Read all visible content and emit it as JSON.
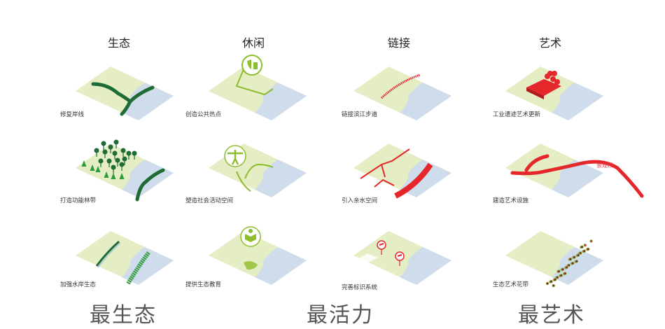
{
  "columns": [
    {
      "title": "生态",
      "items": [
        "修复岸线",
        "打造功能林带",
        "加强水岸生态"
      ]
    },
    {
      "title": "休闲",
      "items": [
        "创造公共热点",
        "塑造社会活动空间",
        "提供生态教育"
      ]
    },
    {
      "title": "链接",
      "items": [
        "链接滨江步道",
        "引入亲水空间",
        "完善标识系统"
      ]
    },
    {
      "title": "艺术",
      "items": [
        "工业遗迹艺术更新",
        "建造艺术设施",
        "生态艺术花带"
      ]
    }
  ],
  "annotations": {
    "bridge": "景观桥"
  },
  "footer": [
    "最生态",
    "最活力",
    "最艺术"
  ],
  "colors": {
    "land": "#e4edc3",
    "water": "#cfdceb",
    "dark_green": "#1f6b35",
    "light_green": "#8cbd2c",
    "red": "#e5262b"
  }
}
